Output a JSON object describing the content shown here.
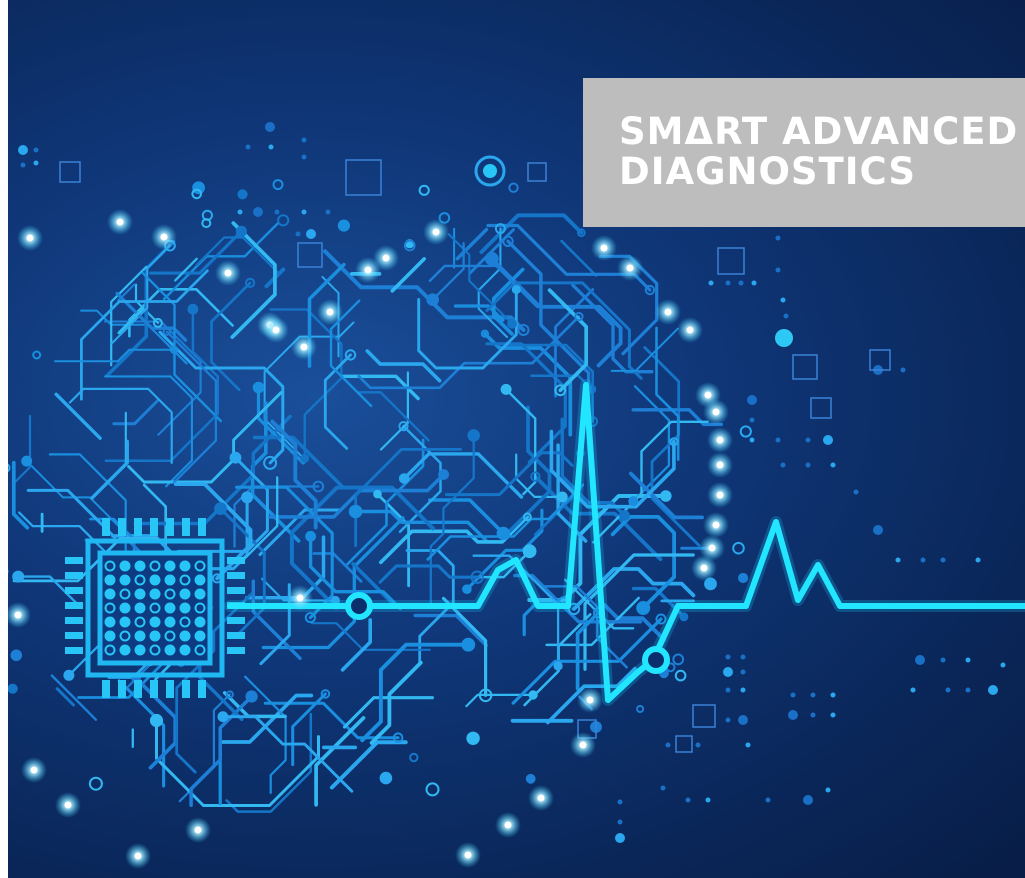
{
  "title": {
    "line1": "SMΔRT ADVANCED",
    "line2": "DIAGNOSTICS"
  },
  "colors": {
    "background": "#0f3677",
    "circuit": "#1a8fe0",
    "circuit_bright": "#2ec8f5",
    "heartbeat": "#22e6ff",
    "panel": "#bdbdbd",
    "title_text": "#ffffff"
  },
  "icons": [
    "circuit-brain",
    "microchip",
    "heartbeat-line"
  ]
}
